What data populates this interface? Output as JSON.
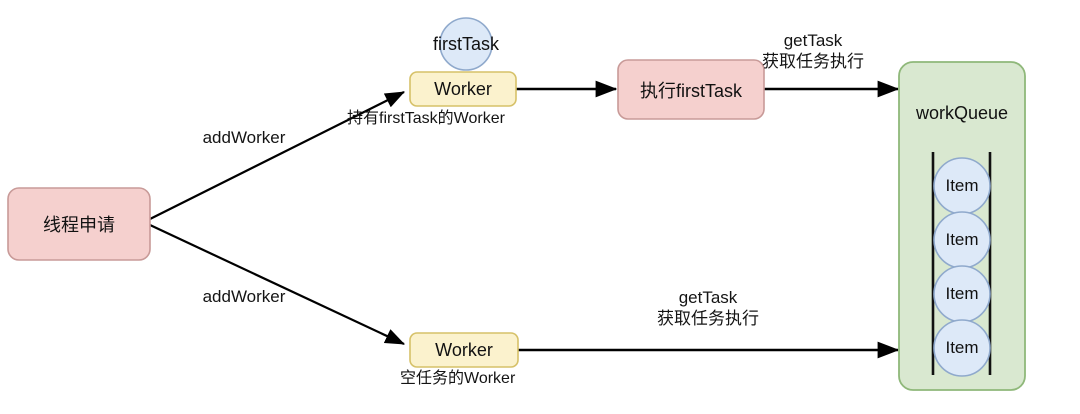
{
  "diagram": {
    "title": "Thread pool worker / workQueue flow",
    "background": "#ffffff",
    "colors": {
      "pink_fill": "#f5d0ce",
      "pink_stroke": "#c89a98",
      "yellow_fill": "#fbf2cd",
      "yellow_stroke": "#d6c168",
      "green_fill": "#d9e8d0",
      "green_stroke": "#8fb87a",
      "blue_fill": "#dde9f8",
      "blue_stroke": "#8fa9cc",
      "edge_stroke": "#000000",
      "text": "#111111"
    },
    "nodes": {
      "thread_request": {
        "label": "线程申请",
        "shape": "rounded-rect",
        "fill": "pink"
      },
      "first_task_circle": {
        "label": "firstTask",
        "shape": "circle",
        "fill": "blue"
      },
      "worker_top": {
        "label": "Worker",
        "shape": "rounded-rect",
        "fill": "yellow"
      },
      "execute_first_task": {
        "label": "执行firstTask",
        "shape": "rounded-rect",
        "fill": "pink"
      },
      "worker_bottom": {
        "label": "Worker",
        "shape": "rounded-rect",
        "fill": "yellow"
      },
      "work_queue": {
        "label": "workQueue",
        "shape": "rounded-rect",
        "fill": "green"
      }
    },
    "queue_items": [
      {
        "label": "Item"
      },
      {
        "label": "Item"
      },
      {
        "label": "Item"
      },
      {
        "label": "Item"
      }
    ],
    "edge_labels": {
      "add_worker_top": "addWorker",
      "add_worker_bottom": "addWorker",
      "worker_top_caption": "持有firstTask的Worker",
      "worker_bottom_caption": "空任务的Worker",
      "get_task_top_line1": "getTask",
      "get_task_top_line2": "获取任务执行",
      "get_task_bottom_line1": "getTask",
      "get_task_bottom_line2": "获取任务执行"
    }
  }
}
